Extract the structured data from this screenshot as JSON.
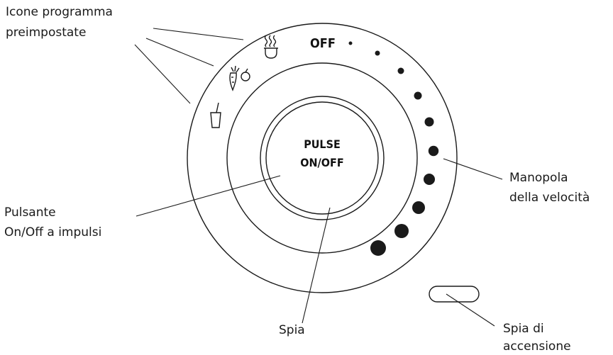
{
  "labels": {
    "preset_icons_line1": "Icone programma",
    "preset_icons_line2": "preimpostate",
    "pulse_button_line1": "Pulsante",
    "pulse_button_line2": "On/Off a impulsi",
    "speed_knob_line1": "Manopola",
    "speed_knob_line2": "della velocità",
    "indicator": "Spia",
    "power_light_line1": "Spia di",
    "power_light_line2": "accensione"
  },
  "dial": {
    "off_text": "OFF",
    "pulse_line1": "PULSE",
    "pulse_line2": "ON/OFF",
    "preset_icons": [
      "soup-icon",
      "vegetables-fruit-icon",
      "smoothie-cup-icon"
    ],
    "speed_dots": 10
  },
  "colors": {
    "ink": "#1a1a1a",
    "background": "#ffffff"
  }
}
